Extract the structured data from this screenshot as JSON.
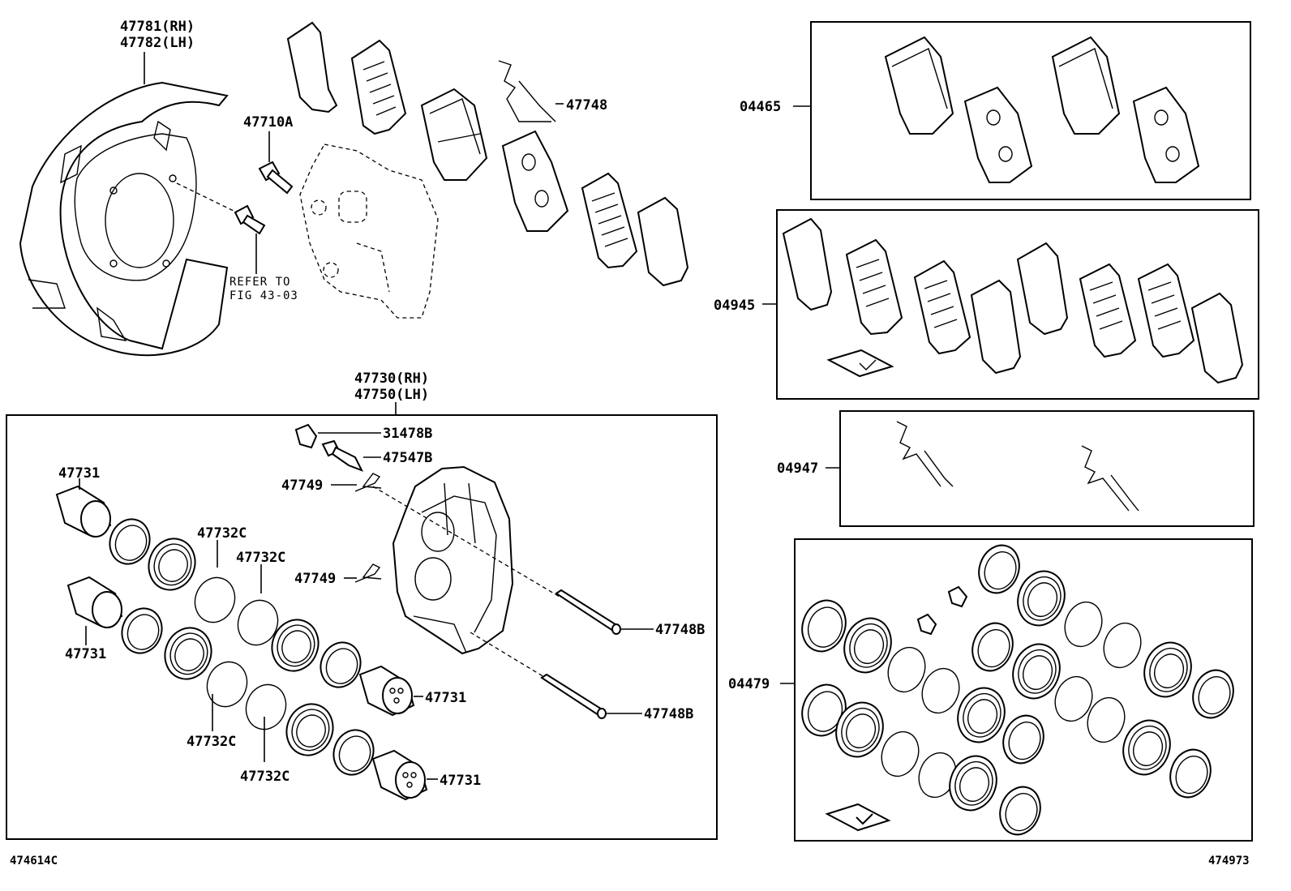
{
  "labels": {
    "shield_rh": "47781(RH)",
    "shield_lh": "47782(LH)",
    "bolt": "47710A",
    "refer_1": "REFER TO",
    "refer_2": "FIG 43-03",
    "spring_top": "47748",
    "kit_pads": "04465",
    "kit_shims": "04945",
    "kit_springs": "04947",
    "kit_seals": "04479",
    "caliper_rh": "47730(RH)",
    "caliper_lh": "47750(LH)",
    "bleeder_cap": "31478B",
    "bleeder_plug": "47547B",
    "clip_upper": "47749",
    "clip_lower": "47749",
    "piston_a": "47731",
    "piston_b": "47731",
    "piston_c": "47731",
    "piston_d": "47731",
    "seal_a": "47732C",
    "seal_b": "47732C",
    "seal_c": "47732C",
    "seal_d": "47732C",
    "pin_upper": "47748B",
    "pin_lower": "47748B"
  },
  "codes": {
    "left": "474614C",
    "right": "474973"
  }
}
